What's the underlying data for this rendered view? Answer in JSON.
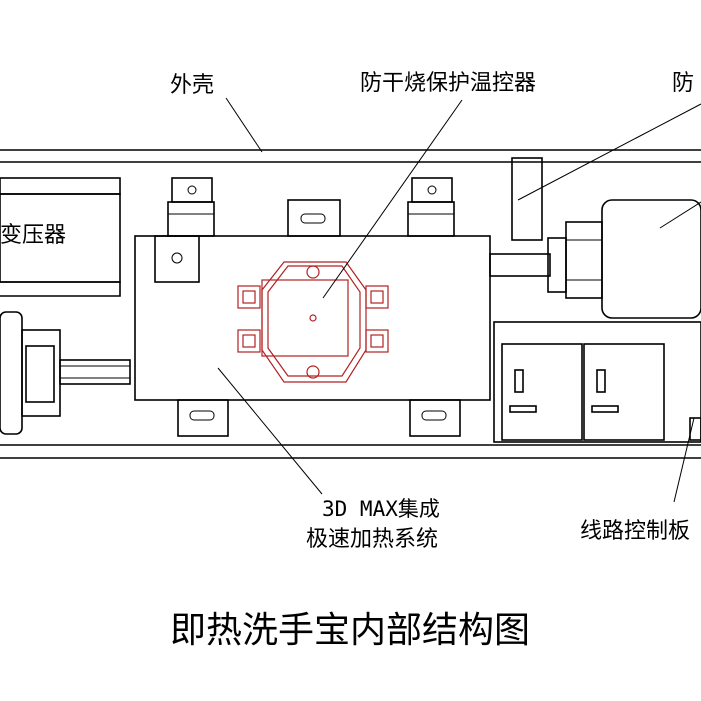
{
  "labels": {
    "shell": "外壳",
    "thermostat": "防干烧保护温控器",
    "top_right_partial": "防",
    "transformer": "变压器",
    "heating_system_line1": "3D MAX集成",
    "heating_system_line2": "极速加热系统",
    "control_board": "线路控制板"
  },
  "title": "即热洗手宝内部结构图",
  "colors": {
    "line": "#000000",
    "thermostat": "#b22222",
    "background": "#ffffff"
  }
}
